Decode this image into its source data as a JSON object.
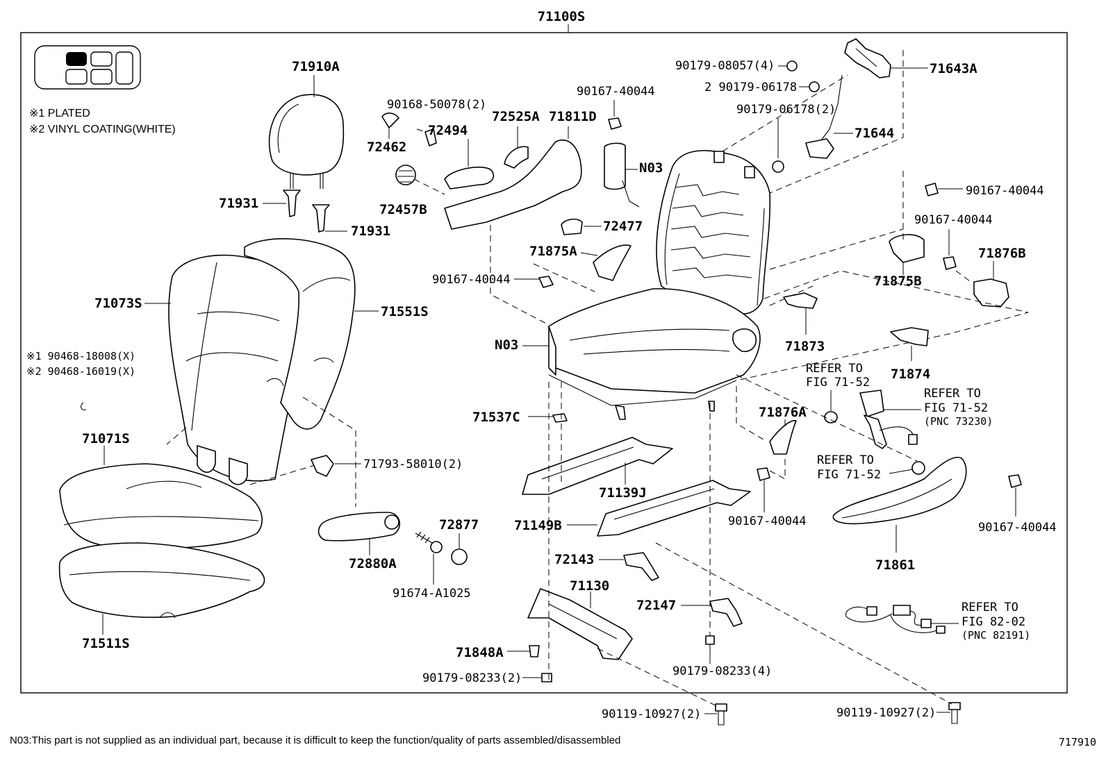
{
  "assembly": {
    "number": "71100S"
  },
  "notes": {
    "plated": "※1 PLATED",
    "vinyl": "※2 VINYL COATING(WHITE)"
  },
  "labels": {
    "p71910A": "71910A",
    "p71931a": "71931",
    "p71931b": "71931",
    "p71073S": "71073S",
    "p71551S": "71551S",
    "p90468a": "※1 90468-18008(X)",
    "p90468b": "※2 90468-16019(X)",
    "p71071S": "71071S",
    "p71511S": "71511S",
    "p71793": "71793-58010(2)",
    "p72880A": "72880A",
    "p72877": "72877",
    "p91674": "91674-A1025",
    "p90168": "90168-50078(2)",
    "p72462": "72462",
    "p72494": "72494",
    "p72525A": "72525A",
    "p71811D": "71811D",
    "p72457B": "72457B",
    "p90167a": "90167-40044",
    "pN03a": "N03",
    "p72477": "72477",
    "p71875A": "71875A",
    "p90167b": "90167-40044",
    "pN03b": "N03",
    "p71537C": "71537C",
    "p71139J": "71139J",
    "p71149B": "71149B",
    "p72143": "72143",
    "p71130": "71130",
    "p72147": "72147",
    "p71848A": "71848A",
    "p90179a": "90179-08233(2)",
    "p90179b": "90179-08233(4)",
    "p90119a": "90119-10927(2)",
    "p90119b": "90119-10927(2)",
    "p90179c": "90179-08057(4)",
    "p90179d": "2 90179-06178",
    "p71643A": "71643A",
    "p90179e": "90179-06178(2)",
    "p71644": "71644",
    "p90167c": "90167-40044",
    "p90167d": "90167-40044",
    "p71876B": "71876B",
    "p71875B": "71875B",
    "p71873": "71873",
    "p71874": "71874",
    "p71876A": "71876A",
    "p90167e": "90167-40044",
    "p90167f": "90167-40044",
    "p71861": "71861"
  },
  "refs": {
    "r1": [
      "REFER TO",
      "FIG 71-52"
    ],
    "r2": [
      "REFER TO",
      "FIG 71-52",
      "(PNC 73230)"
    ],
    "r3": [
      "REFER TO",
      "FIG 71-52"
    ],
    "r4": [
      "REFER TO",
      "FIG 82-02",
      "(PNC 82191)"
    ]
  },
  "footer": {
    "note": "N03:This part is not supplied as an individual part, because it is difficult to keep the function/quality of parts assembled/disassembled",
    "figure_id": "717910"
  }
}
